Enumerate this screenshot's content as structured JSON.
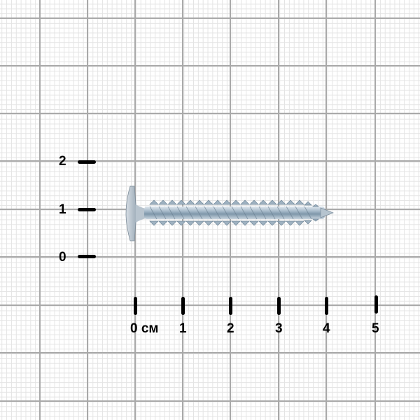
{
  "scale": {
    "vertical": {
      "labels": [
        "2",
        "1",
        "0"
      ]
    },
    "horizontal": {
      "labels": [
        "0 см",
        "1",
        "2",
        "3",
        "4",
        "5"
      ],
      "unit": "см"
    }
  },
  "object": {
    "name": "wafer-head self-tapping screw",
    "approx_length_cm": 4.1,
    "approx_head_diameter_cm": 1.1
  },
  "colors": {
    "background": "#ffffff",
    "minor_grid": "#e4e4e4",
    "major_grid": "#a9a9a9",
    "marks": "#000000",
    "screw_metal": "#b9c6d1"
  }
}
